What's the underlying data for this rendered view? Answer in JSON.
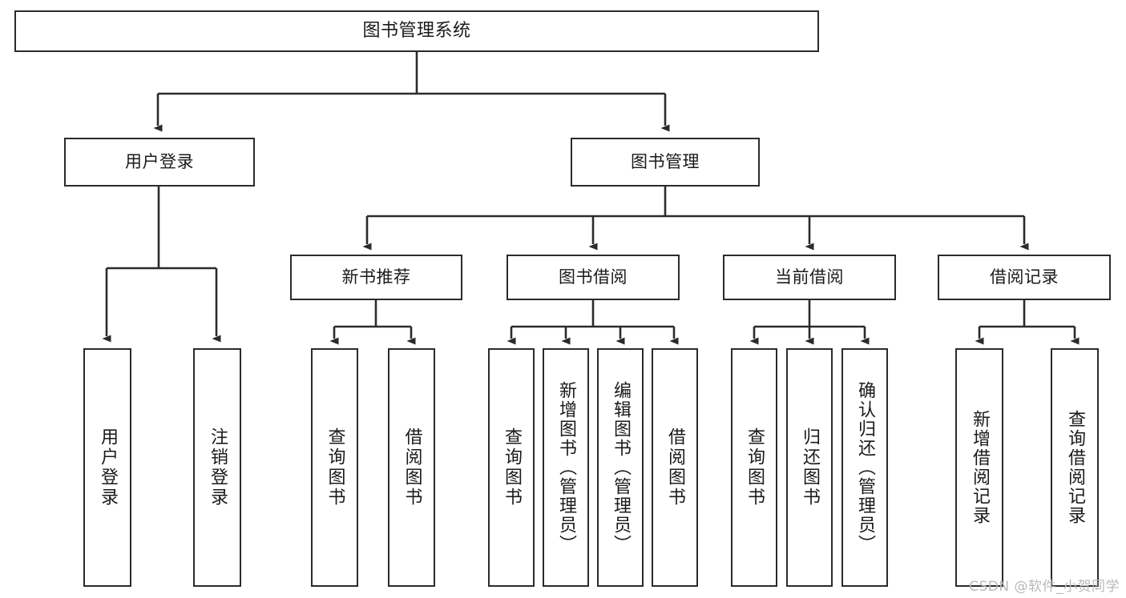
{
  "diagram": {
    "type": "tree-hierarchy",
    "title": "图书管理系统",
    "watermark": "CSDN @软件_小贺同学",
    "colors": {
      "stroke": "#2b2b2b",
      "fill": "#ffffff",
      "text": "#1a1a1a",
      "watermark": "#b9b9b9"
    },
    "nodes": {
      "root": {
        "label": "图书管理系统"
      },
      "level1": [
        {
          "id": "user-login",
          "label": "用户登录"
        },
        {
          "id": "book-manage",
          "label": "图书管理"
        }
      ],
      "level2": [
        {
          "id": "new-book-rec",
          "label": "新书推荐"
        },
        {
          "id": "book-borrow",
          "label": "图书借阅"
        },
        {
          "id": "current-borrow",
          "label": "当前借阅"
        },
        {
          "id": "borrow-record",
          "label": "借阅记录"
        }
      ],
      "leaves": {
        "user-login": [
          {
            "id": "leaf-user-login",
            "label": "用户登录"
          },
          {
            "id": "leaf-logout",
            "label": "注销登录"
          }
        ],
        "new-book-rec": [
          {
            "id": "leaf-query-book-1",
            "label": "查询图书"
          },
          {
            "id": "leaf-borrow-book-1",
            "label": "借阅图书"
          }
        ],
        "book-borrow": [
          {
            "id": "leaf-query-book-2",
            "label": "查询图书"
          },
          {
            "id": "leaf-add-book",
            "label": "新增图书（管理员）"
          },
          {
            "id": "leaf-edit-book",
            "label": "编辑图书（管理员）"
          },
          {
            "id": "leaf-borrow-book-2",
            "label": "借阅图书"
          }
        ],
        "current-borrow": [
          {
            "id": "leaf-query-book-3",
            "label": "查询图书"
          },
          {
            "id": "leaf-return-book",
            "label": "归还图书"
          },
          {
            "id": "leaf-confirm-return",
            "label": "确认归还（管理员）"
          }
        ],
        "borrow-record": [
          {
            "id": "leaf-add-record",
            "label": "新增借阅记录"
          },
          {
            "id": "leaf-query-record",
            "label": "查询借阅记录"
          }
        ]
      }
    }
  }
}
